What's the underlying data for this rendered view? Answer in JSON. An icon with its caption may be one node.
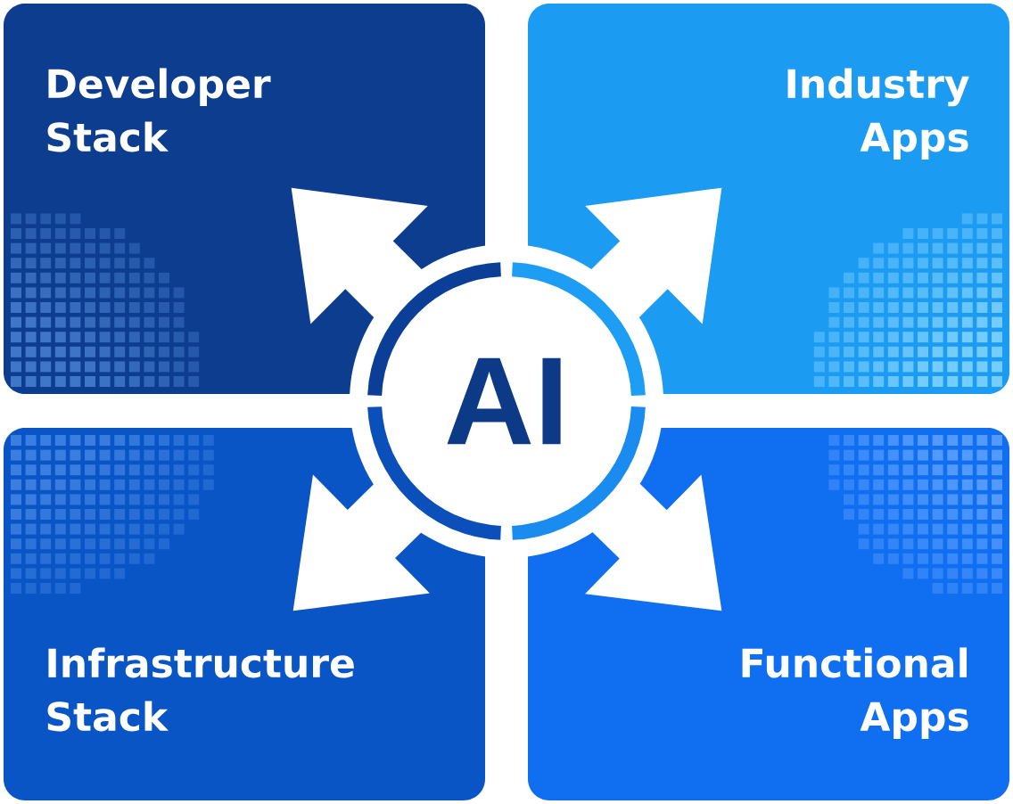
{
  "diagram": {
    "nodes": [
      {
        "text": [
          "Developer Stack"
        ]
      },
      {
        "text": [
          "Industry Apps"
        ]
      },
      {
        "text": [
          "AI"
        ]
      },
      {
        "text": [
          "Infrastructure Stack"
        ]
      },
      {
        "text": [
          "Functional Apps"
        ]
      }
    ],
    "edges": [
      {
        "from": 2,
        "to": 0,
        "arrow": "to"
      },
      {
        "from": 2,
        "to": 1,
        "arrow": "to"
      },
      {
        "from": 2,
        "to": 3,
        "arrow": "to"
      },
      {
        "from": 2,
        "to": 4,
        "arrow": "to"
      }
    ]
  }
}
